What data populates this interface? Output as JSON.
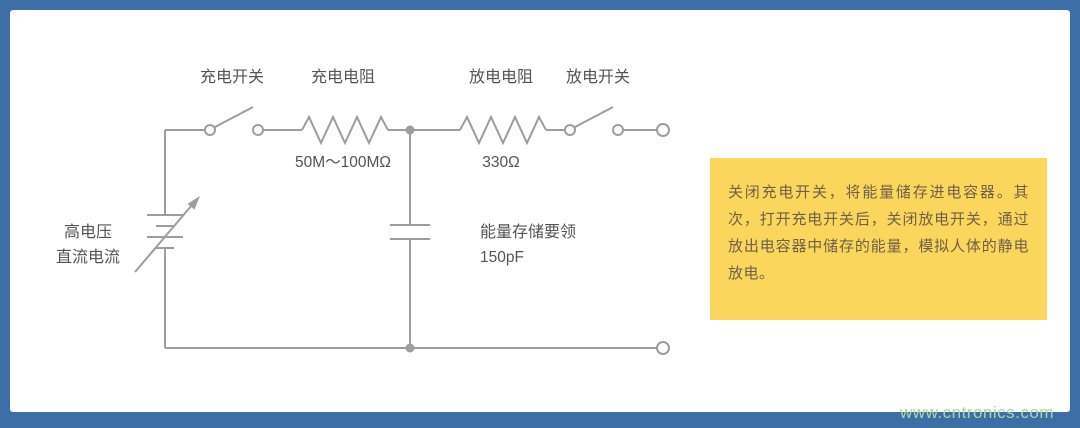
{
  "page": {
    "watermark": "www.cntronics.com"
  },
  "colors": {
    "border_blue": "#3d6fa6",
    "card_white": "#ffffff",
    "note_yellow": "#fbd65c",
    "wire_gray": "#9d9d9d",
    "label_gray": "#545454",
    "note_text_brown": "#6e6049",
    "watermark_green": "#a9d6a3"
  },
  "circuit": {
    "labels": {
      "charge_switch": "充电开关",
      "charge_resistor": "充电电阻",
      "discharge_resistor": "放电电阻",
      "discharge_switch": "放电开关",
      "charge_resistor_value": "50M～100MΩ",
      "discharge_resistor_value": "330Ω",
      "source_line1": "高电压",
      "source_line2": "直流电流",
      "capacitor_label": "能量存储要领",
      "capacitor_value": "150pF"
    }
  },
  "note": {
    "text": "关闭充电开关，将能量储存进电容器。其次，打开充电开关后，关闭放电开关，通过放出电容器中储存的能量，模拟人体的静电放电。"
  }
}
